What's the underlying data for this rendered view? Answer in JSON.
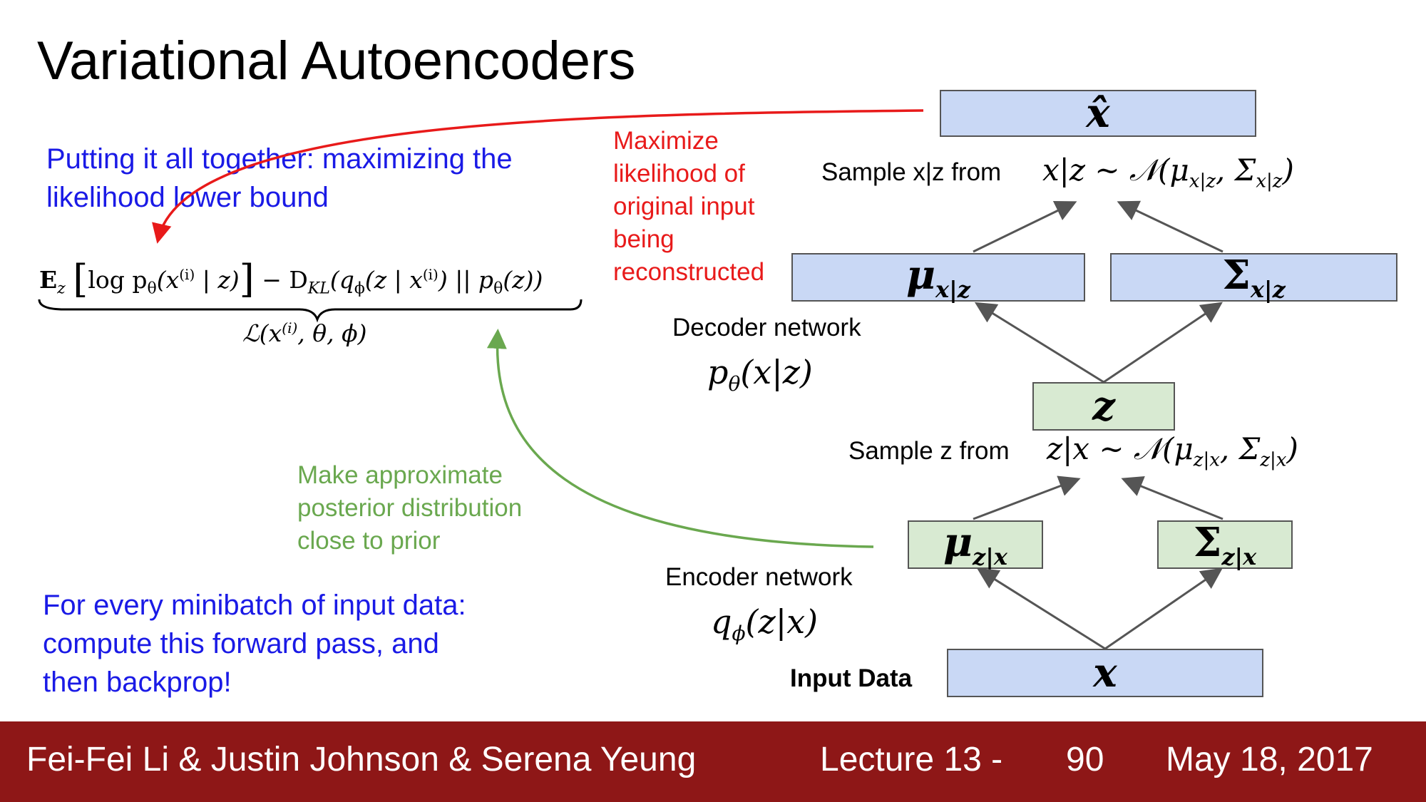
{
  "title": "Variational Autoencoders",
  "intro_text": "Putting it all together: maximizing the likelihood lower bound",
  "equation": {
    "expectation": "𝐄",
    "expectation_sub": "z",
    "log_term": "log p",
    "log_sub": "θ",
    "log_arg": "(x",
    "log_sup": "(i)",
    "log_rest": " | z)",
    "kl": " − D",
    "kl_sub": "KL",
    "kl_arg1": "(q",
    "kl_arg1_sub": "ϕ",
    "kl_arg2": "(z | x",
    "kl_arg2_sup": "(i)",
    "kl_arg3": ") || p",
    "kl_arg3_sub": "θ",
    "kl_arg4": "(z))",
    "lower_bound_a": "ℒ(x",
    "lower_bound_sup": "(i)",
    "lower_bound_b": ", θ, ϕ)"
  },
  "annotations": {
    "maximize": "Maximize likelihood of original input being reconstructed",
    "approx": "Make approximate posterior distribution close to prior",
    "minibatch": "For every minibatch of input data: compute this forward pass, and then backprop!"
  },
  "diagram": {
    "xhat": "x̂",
    "sample_xz_label": "Sample x|z from",
    "sample_xz_eq": "x|z ∼ 𝒩(μ",
    "sample_xz_eq_sub1": "x|z",
    "sample_xz_eq_mid": ", Σ",
    "sample_xz_eq_sub2": "x|z",
    "sample_xz_eq_end": ")",
    "mu_xz": "μ",
    "mu_xz_sub": "x|z",
    "sigma_xz": "Σ",
    "sigma_xz_sub": "x|z",
    "decoder_label": "Decoder network",
    "decoder_eq": "p",
    "decoder_eq_sub": "θ",
    "decoder_eq_rest": "(x|z)",
    "z": "z",
    "sample_z_label": "Sample z from",
    "sample_z_eq": "z|x ∼ 𝒩(μ",
    "sample_z_eq_sub1": "z|x",
    "sample_z_eq_mid": ", Σ",
    "sample_z_eq_sub2": "z|x",
    "sample_z_eq_end": ")",
    "mu_zx": "μ",
    "mu_zx_sub": "z|x",
    "sigma_zx": "Σ",
    "sigma_zx_sub": "z|x",
    "encoder_label": "Encoder network",
    "encoder_eq": "q",
    "encoder_eq_sub": "ϕ",
    "encoder_eq_rest": "(z|x)",
    "input_label": "Input Data",
    "x": "x"
  },
  "footer": {
    "authors": "Fei-Fei Li & Justin Johnson & Serena Yeung",
    "lecture": "Lecture 13 -",
    "page": "90",
    "date": "May 18, 2017"
  },
  "colors": {
    "footer_bg": "#8e1717",
    "blue_box": "#c9d8f5",
    "green_box": "#d8ead2",
    "red_arrow": "#e81a1a",
    "green_arrow": "#6aa84f",
    "blue_text": "#1a1ae6"
  }
}
